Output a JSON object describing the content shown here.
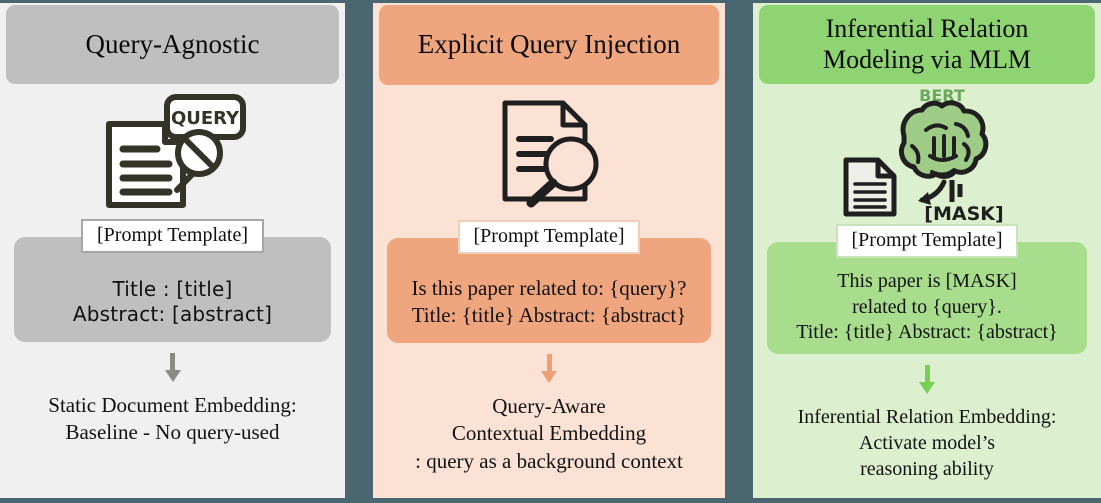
{
  "figure": {
    "background_color": "#4a6670",
    "panel_count": 3
  },
  "panels": [
    {
      "id": "query-agnostic",
      "header": "Query-Agnostic",
      "header_color": "#bfbfbf",
      "panel_color": "#f0f0f0",
      "icon": "document-with-query-blocked-icon",
      "icon_badge": "QUERY",
      "template_label": "[Prompt Template]",
      "body_lines": [
        "Title : [title]",
        "Abstract: [abstract]"
      ],
      "body_color": "#bfbfbf",
      "arrow_color": "#8a8a86",
      "caption_lines": [
        "Static Document Embedding:",
        "Baseline - No query-used"
      ]
    },
    {
      "id": "explicit-query-injection",
      "header": "Explicit Query Injection",
      "header_color": "#efa57e",
      "panel_color": "#fbe2d5",
      "icon": "document-with-magnifier-icon",
      "template_label": "[Prompt Template]",
      "body_lines": [
        "Is this paper related to: {query}?",
        "Title: {title} Abstract: {abstract}"
      ],
      "body_color": "#efa57e",
      "arrow_color": "#ee9f76",
      "caption_lines": [
        "Query-Aware",
        "Contextual Embedding",
        ": query as a background context"
      ]
    },
    {
      "id": "inferential-relation-modeling",
      "header": "Inferential Relation\nModeling via MLM",
      "header_line_1": "Inferential Relation",
      "header_line_2": "Modeling via MLM",
      "header_color": "#8fd472",
      "panel_color": "#dcf0cf",
      "icon": "bert-brain-mask-document-icon",
      "icon_label_top": "BERT",
      "icon_label_bottom": "[MASK]",
      "template_label": "[Prompt Template]",
      "body_lines": [
        "This paper is [MASK]",
        "related to {query}.",
        "Title: {title} Abstract: {abstract}"
      ],
      "body_color": "#a8dd8d",
      "arrow_color": "#77cf54",
      "caption_lines": [
        "Inferential Relation Embedding:",
        "Activate model’s",
        "reasoning ability"
      ]
    }
  ]
}
